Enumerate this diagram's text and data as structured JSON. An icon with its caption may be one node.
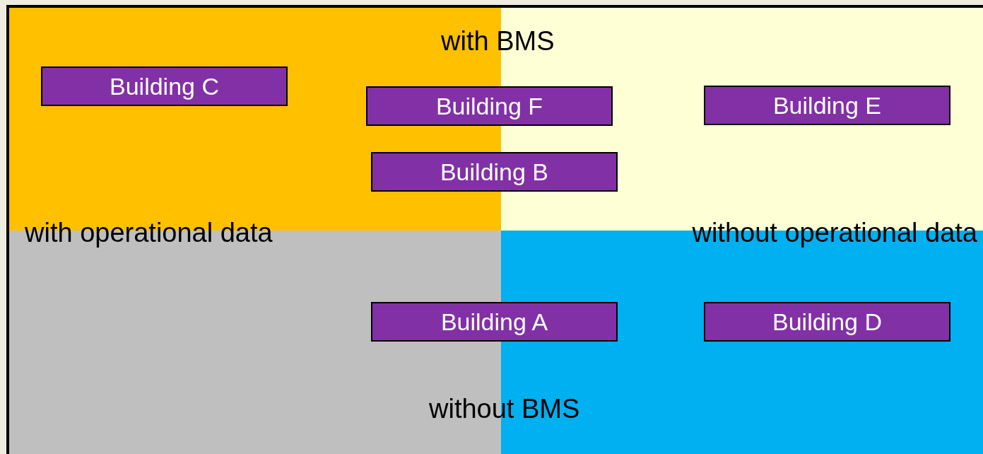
{
  "diagram": {
    "nodes": [
      {
        "text": [
          "Building C"
        ]
      },
      {
        "text": [
          "Building F"
        ]
      },
      {
        "text": [
          "Building E"
        ]
      },
      {
        "text": [
          "Building B"
        ]
      },
      {
        "text": [
          "Building A"
        ]
      },
      {
        "text": [
          "Building D"
        ]
      }
    ],
    "labels": [
      "with BMS",
      "with operational data",
      "without operational data",
      "without BMS"
    ]
  }
}
